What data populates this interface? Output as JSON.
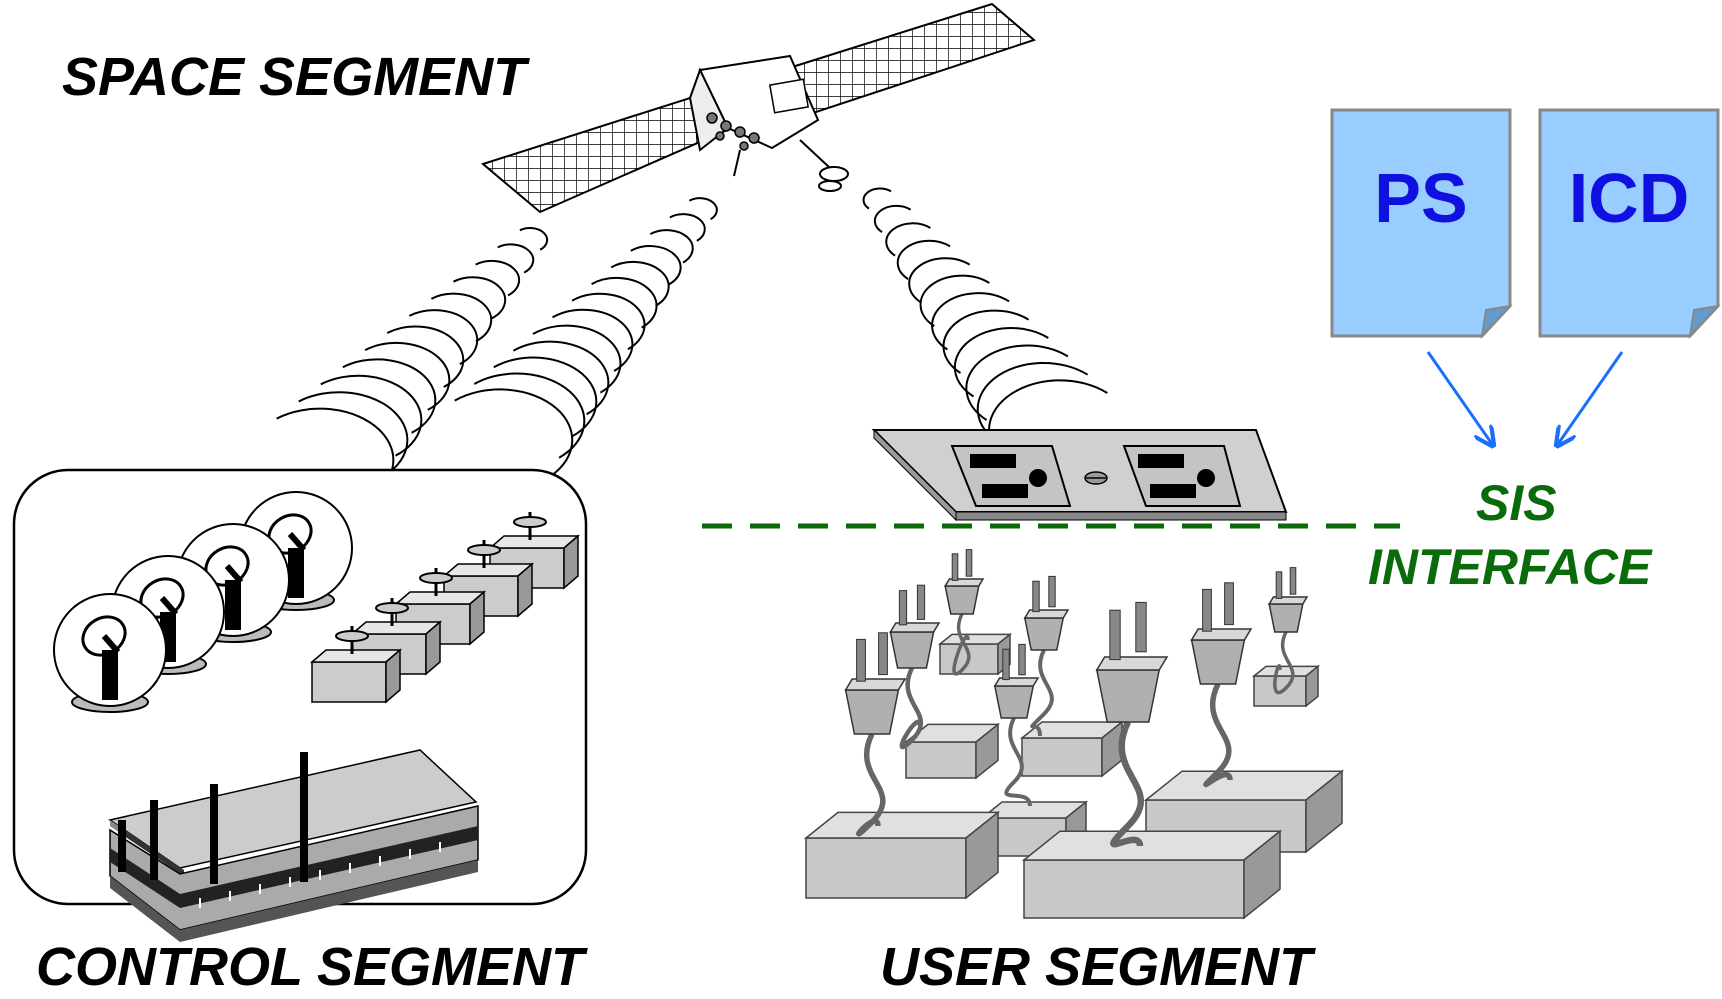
{
  "labels": {
    "space_segment": "SPACE SEGMENT",
    "control_segment": "CONTROL SEGMENT",
    "user_segment": "USER SEGMENT",
    "sis_line1": "SIS",
    "sis_line2": "INTERFACE"
  },
  "documents": [
    {
      "label": "PS"
    },
    {
      "label": "ICD"
    }
  ],
  "colors": {
    "document_fill": "#99ccff",
    "document_text": "#1010e0",
    "arrow": "#1a6fff",
    "interface_line": "#0a6b0a",
    "box_fill": "#d4d4d4",
    "cable": "#666666"
  },
  "icons": [
    "satellite-icon",
    "antenna-dome-icon",
    "control-station-box-icon",
    "building-icon",
    "wall-outlet-icon",
    "plug-icon"
  ]
}
